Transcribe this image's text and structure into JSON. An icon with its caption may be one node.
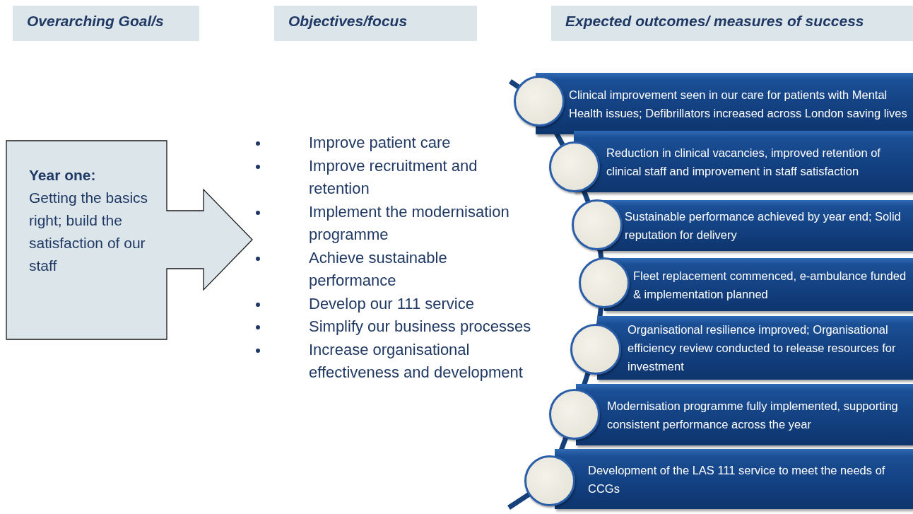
{
  "diagram": {
    "nodes": [
      {
        "text": [
          "Overarching Goal/s"
        ]
      },
      {
        "text": [
          "Objectives/focus"
        ]
      },
      {
        "text": [
          "Expected outcomes/ measures of success"
        ]
      },
      {
        "text": [
          "Year one:",
          "Getting the basics right; build the satisfaction of our staff"
        ]
      },
      {
        "text": [
          "Clinical improvement seen in our care for patients with Mental Health issues; Defibrillators increased across London saving lives"
        ]
      },
      {
        "text": [
          "Reduction in clinical vacancies, improved retention of clinical staff and improvement in staff satisfaction"
        ]
      },
      {
        "text": [
          "Sustainable performance achieved by year end; Solid reputation for delivery"
        ]
      },
      {
        "text": [
          "Fleet replacement commenced, e-ambulance funded  & implementation planned"
        ]
      },
      {
        "text": [
          "Organisational resilience improved; Organisational efficiency review conducted to release resources for investment"
        ]
      },
      {
        "text": [
          "Modernisation programme fully implemented, supporting consistent  performance across the year"
        ]
      },
      {
        "text": [
          "Development of the LAS 111 service to meet the needs of CCGs"
        ]
      }
    ],
    "labels": [
      "Improve patient care",
      "Improve recruitment and retention",
      "Implement the modernisation programme",
      "Achieve sustainable performance",
      "Develop our 111 service",
      "Simplify our business processes",
      "Increase organisational effectiveness and development"
    ]
  }
}
